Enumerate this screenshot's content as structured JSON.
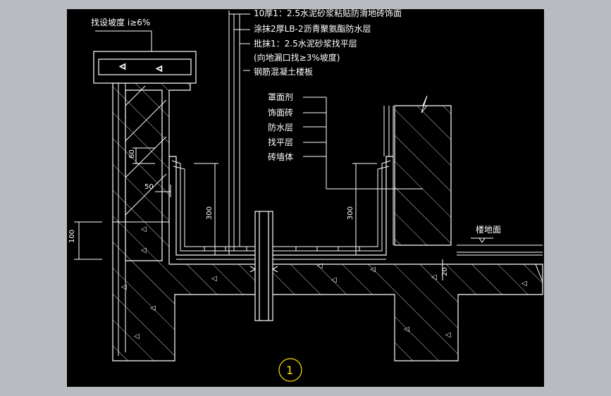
{
  "colors": {
    "workspace": "#b8bcc0",
    "canvas": "#000000",
    "line": "#ffffff",
    "marker": "#ffe000"
  },
  "labels": {
    "slope_note": "找设坡度 i≥6%",
    "layer_1": "10厚1：2.5水泥砂浆粘贴防滑地砖饰面",
    "layer_2": "涂抹2厚LB-2沥青聚氨酯防水层",
    "layer_3": "批抹1：2.5水泥砂浆找平层",
    "layer_4": "(向地漏口找≥3%坡度)",
    "layer_5": "钢筋混凝土楼板",
    "wall_1": "罩面剂",
    "wall_2": "饰面砖",
    "wall_3": "防水层",
    "wall_4": "找平层",
    "wall_5": "砖墙体",
    "floor_label": "楼地面"
  },
  "dimensions": {
    "d60": "60",
    "d50": "50",
    "d300_left": "300",
    "d300_right": "300",
    "d100": "100",
    "d20": "20"
  },
  "detail_mark": "1"
}
